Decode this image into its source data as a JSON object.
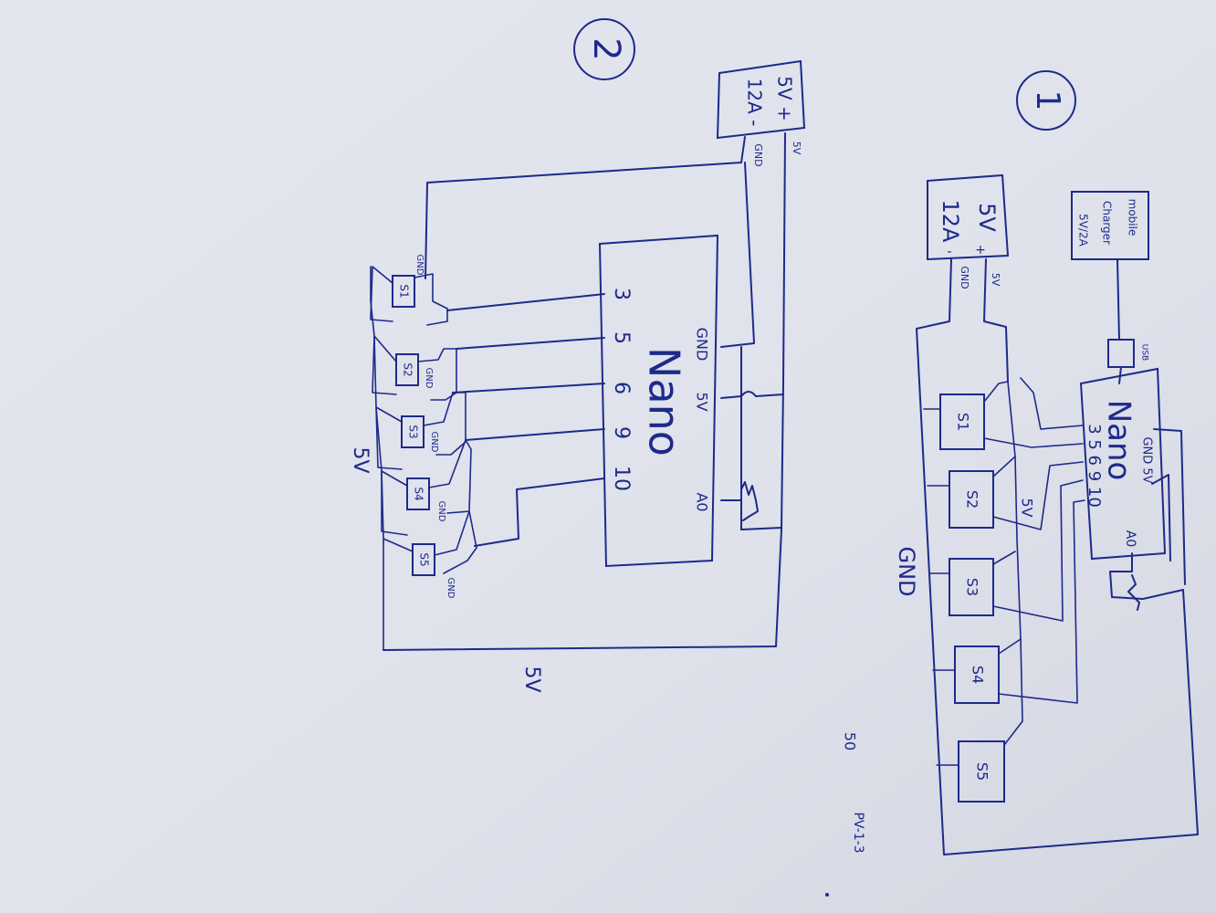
{
  "diagram_2": {
    "number": "2",
    "supply": {
      "line1": "5V +",
      "line2": "12A -"
    },
    "wire_labels": {
      "gnd": "GND",
      "v5": "5V"
    },
    "controller": {
      "name": "Nano",
      "pin_gnd": "GND",
      "pin_5v": "5V",
      "pin_a0": "A0"
    },
    "pins": [
      "3",
      "5",
      "6",
      "9",
      "10"
    ],
    "sensors": [
      "S1",
      "S2",
      "S3",
      "S4",
      "S5"
    ],
    "sensor_gnd": "GND",
    "rail_label_top": "5V",
    "rail_label_bottom": "5V"
  },
  "diagram_1": {
    "number": "1",
    "supply": {
      "line1": "5V",
      "line2": "12A"
    },
    "supply_signs": {
      "plus": "+",
      "minus": "-"
    },
    "wire_labels": {
      "gnd": "GND",
      "v5": "5V"
    },
    "charger": {
      "line1": "mobile",
      "line2": "Charger",
      "line3": "5V/2A"
    },
    "usb": "USB",
    "controller": {
      "name": "Nano",
      "pins_text": "3 5 6 9 10",
      "power_text": "GND 5V",
      "pin_a0": "A0"
    },
    "sensors": [
      "S1",
      "S2",
      "S3",
      "S4",
      "S5"
    ],
    "rail_5v": "5V",
    "rail_gnd": "GND"
  },
  "corner_note": {
    "line1": "50",
    "line2": "PV-1-3"
  }
}
